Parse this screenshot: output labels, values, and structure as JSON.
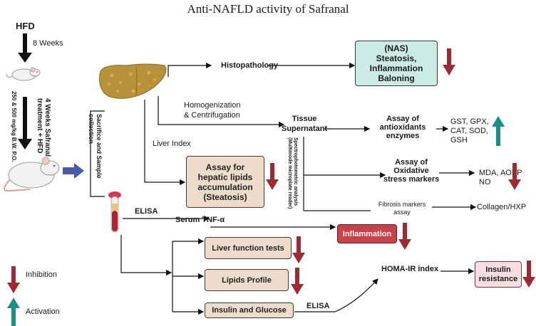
{
  "title": "Anti-NAFLD activity of Safranal",
  "diet": {
    "hfd": "HFD",
    "weeks": "8 Weeks",
    "treatment_line1": "4 Weeks Safranal",
    "treatment_line2": "treatment + HFD",
    "dose": "250 & 500 mg/kg B.W. P.O."
  },
  "sacrifice_line1": "Sacrifice and Sample",
  "sacrifice_line2": "collection",
  "histopathology": "Histopathology",
  "nas_box": {
    "line1": "(NAS)",
    "line2": "Steatosis,",
    "line3": "Inflammation",
    "line4": "Baloning"
  },
  "homogenization_line1": "Homogenization",
  "homogenization_line2": "& Centrifugation",
  "tissue_line1": "Tissue",
  "tissue_line2": "Supernatant",
  "liver_index": "Liver Index",
  "spectro_line1": "Spectrophotometric analysis",
  "spectro_line2": "(Multimode microplate reader)",
  "antioxidant": {
    "line1": "Assay of",
    "line2": "antioxidants",
    "line3": "enzymes"
  },
  "enzymes": {
    "line1": "GST, GPX,",
    "line2": "CAT, SOD,",
    "line3": "GSH"
  },
  "oxidative": {
    "line1": "Assay of",
    "line2": "Oxidative",
    "line3": "stress markers"
  },
  "oxidative_markers": {
    "line1": "MDA, AOPP",
    "line2": "NO"
  },
  "fibrosis": {
    "line1": "Fibrosis markers",
    "line2": "assay"
  },
  "collagen": "Collagen/HXP",
  "hepatic_box": {
    "line1": "Assay for",
    "line2": "hepatic lipids",
    "line3": "accumulation",
    "line4": "(Steatosis)"
  },
  "elisa_top": "ELISA",
  "serum_tnf": "Serum TNF-α",
  "inflammation": "Inflammation",
  "liver_function": "Liver function tests",
  "lipids_profile": "Lipids Profile",
  "insulin_glucose": "Insulin and Glucose",
  "elisa_bottom": "ELISA",
  "homa": "HOMA-IR index",
  "insulin_resistance": {
    "line1": "Insulin",
    "line2": "resistance"
  },
  "legend": {
    "inhibition": "Inhibition",
    "activation": "Activation"
  },
  "colors": {
    "inhibition_arrow": "#9b2b35",
    "activation_arrow": "#1a8f86",
    "nas_box_fill": "#cdebe5",
    "beige_box_fill": "#eddccb",
    "inflammation_fill": "#c9414a",
    "insulin_resistance_fill": "#f8dde3",
    "liver": "#b8913a",
    "blue_arrow": "#4a5ca8"
  }
}
